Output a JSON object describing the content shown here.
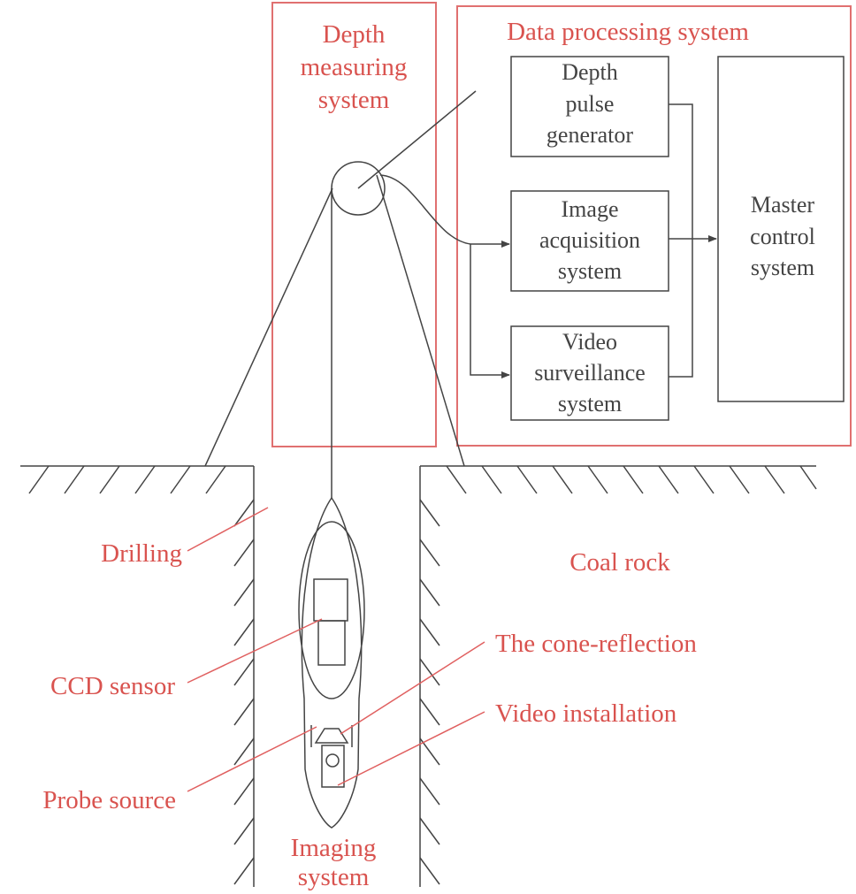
{
  "regions": {
    "depth_measuring": [
      "Depth",
      "measuring",
      "system"
    ],
    "data_processing": "Data processing system"
  },
  "boxes": {
    "depth_pulse": [
      "Depth",
      "pulse",
      "generator"
    ],
    "image_acquisition": [
      "Image",
      "acquisition",
      "system"
    ],
    "video_surveillance": [
      "Video",
      "surveillance",
      "system"
    ],
    "master_control": [
      "Master",
      "control",
      "system"
    ]
  },
  "labels": {
    "drilling": "Drilling",
    "coal_rock": "Coal rock",
    "ccd_sensor": "CCD sensor",
    "cone_reflection": "The cone-reflection",
    "video_installation": "Video installation",
    "probe_source": "Probe source",
    "imaging_system": [
      "Imaging",
      "system"
    ]
  },
  "colors": {
    "label_red": "#d9534f",
    "frame_red": "#e07070",
    "ink": "#444444"
  }
}
